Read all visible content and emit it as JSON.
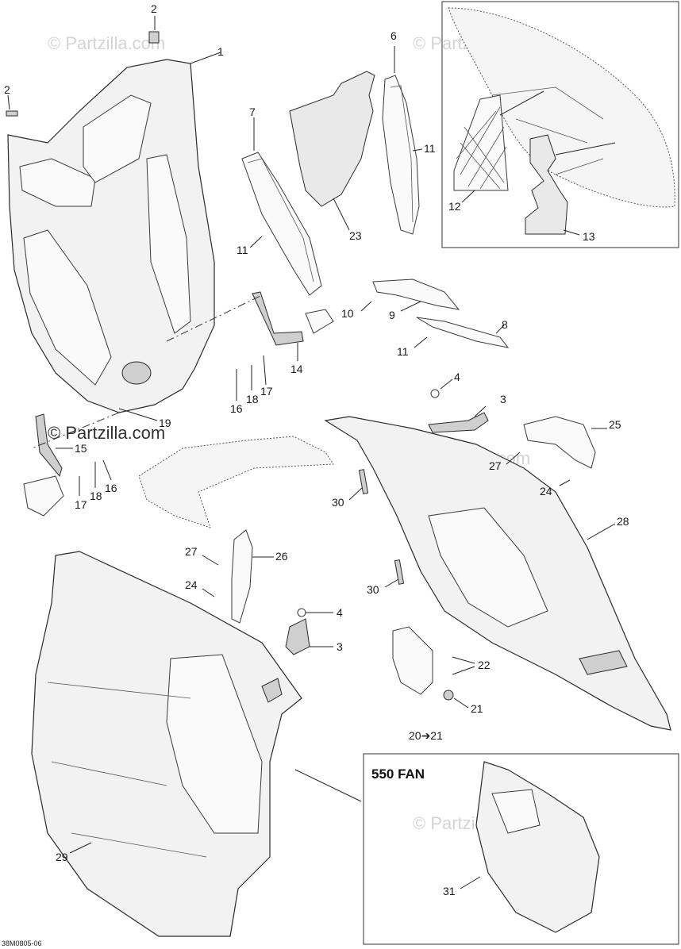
{
  "diagram": {
    "reference_code": "38M0805-06",
    "inset_title": "550 FAN",
    "watermark_text": "© Partzilla.com",
    "callouts": [
      {
        "id": "c1",
        "label": "1"
      },
      {
        "id": "c2a",
        "label": "2"
      },
      {
        "id": "c2b",
        "label": "2"
      },
      {
        "id": "c3a",
        "label": "3"
      },
      {
        "id": "c3b",
        "label": "3"
      },
      {
        "id": "c4a",
        "label": "4"
      },
      {
        "id": "c4b",
        "label": "4"
      },
      {
        "id": "c6",
        "label": "6"
      },
      {
        "id": "c7",
        "label": "7"
      },
      {
        "id": "c8",
        "label": "8"
      },
      {
        "id": "c9",
        "label": "9"
      },
      {
        "id": "c10",
        "label": "10"
      },
      {
        "id": "c11a",
        "label": "11"
      },
      {
        "id": "c11b",
        "label": "11"
      },
      {
        "id": "c11c",
        "label": "11"
      },
      {
        "id": "c12",
        "label": "12"
      },
      {
        "id": "c13",
        "label": "13"
      },
      {
        "id": "c14",
        "label": "14"
      },
      {
        "id": "c15",
        "label": "15"
      },
      {
        "id": "c16a",
        "label": "16"
      },
      {
        "id": "c16b",
        "label": "16"
      },
      {
        "id": "c17a",
        "label": "17"
      },
      {
        "id": "c17b",
        "label": "17"
      },
      {
        "id": "c18a",
        "label": "18"
      },
      {
        "id": "c18b",
        "label": "18"
      },
      {
        "id": "c19",
        "label": "19"
      },
      {
        "id": "c20",
        "label": "20➔21"
      },
      {
        "id": "c21",
        "label": "21"
      },
      {
        "id": "c22",
        "label": "22"
      },
      {
        "id": "c23",
        "label": "23"
      },
      {
        "id": "c24a",
        "label": "24"
      },
      {
        "id": "c24b",
        "label": "24"
      },
      {
        "id": "c25",
        "label": "25"
      },
      {
        "id": "c26",
        "label": "26"
      },
      {
        "id": "c27a",
        "label": "27"
      },
      {
        "id": "c27b",
        "label": "27"
      },
      {
        "id": "c28",
        "label": "28"
      },
      {
        "id": "c29",
        "label": "29"
      },
      {
        "id": "c30a",
        "label": "30"
      },
      {
        "id": "c30b",
        "label": "30"
      },
      {
        "id": "c31",
        "label": "31"
      }
    ]
  }
}
